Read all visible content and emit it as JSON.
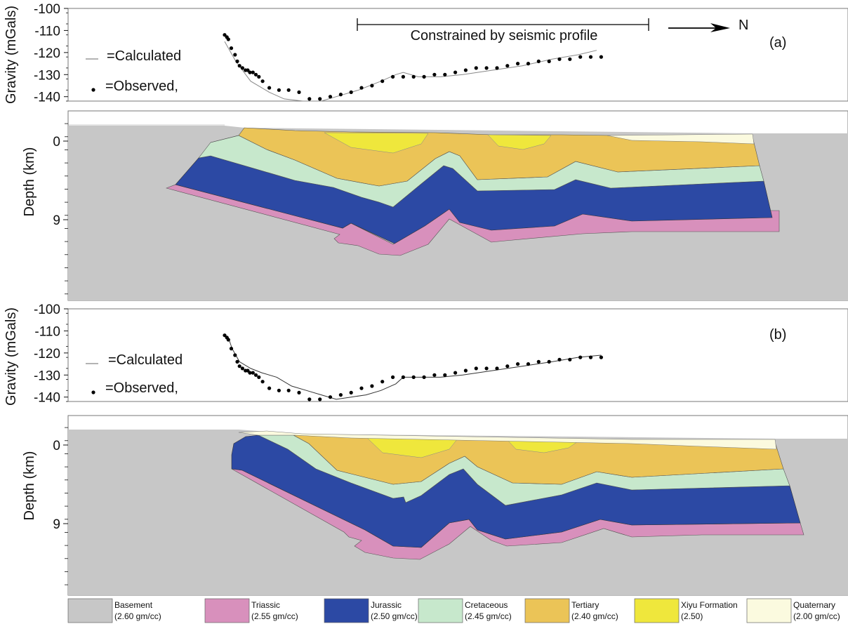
{
  "colors": {
    "basement": "#c7c7c7",
    "triassic": "#d890bc",
    "jurassic": "#2c49a4",
    "cretaceous": "#c7e8cc",
    "tertiary": "#ebc457",
    "xiyu": "#efe73c",
    "quaternary": "#fbfadf",
    "observed": "#000000",
    "calculated_a": "#888888",
    "calculated_b": "#333333"
  },
  "annotations": {
    "seismic_label": "Constrained by seismic profile",
    "north_label": "N"
  },
  "legend_key": [
    {
      "name": "Basement",
      "density": "(2.60 gm/cc)",
      "color": "#c7c7c7"
    },
    {
      "name": "Triassic",
      "density": "(2.55 gm/cc)",
      "color": "#d890bc"
    },
    {
      "name": "Jurassic",
      "density": "(2.50 gm/cc)",
      "color": "#2c49a4"
    },
    {
      "name": "Cretaceous",
      "density": "(2.45 gm/cc)",
      "color": "#c7e8cc"
    },
    {
      "name": "Tertiary",
      "density": "(2.40 gm/cc)",
      "color": "#ebc457"
    },
    {
      "name": "Xiyu Formation",
      "density": "(2.50)",
      "color": "#efe73c"
    },
    {
      "name": "Quaternary",
      "density": "(2.00 gm/cc)",
      "color": "#fbfadf"
    }
  ],
  "chart_data": [
    {
      "type": "scatter",
      "panel": "(a)",
      "ylabel": "Gravity (mGals)",
      "ylim": [
        -142,
        -100
      ],
      "y_ticks": [
        -100,
        -110,
        -120,
        -130,
        -140
      ],
      "legend": {
        "calculated": "=Calculated",
        "observed": "=Observed,"
      },
      "series": [
        {
          "name": "=Observed,",
          "x": [
            0.0,
            0.03,
            0.05,
            0.09,
            0.14,
            0.17,
            0.2,
            0.24,
            0.28,
            0.31,
            0.34,
            0.38,
            0.42,
            0.46,
            0.51,
            0.6,
            0.73,
            0.86,
            1.0,
            1.14,
            1.28,
            1.42,
            1.56,
            1.7,
            1.84,
            1.98,
            2.12,
            2.26,
            2.4,
            2.54,
            2.68,
            2.82,
            2.96,
            3.1,
            3.24,
            3.38,
            3.52,
            3.66,
            3.8,
            3.94,
            4.08,
            4.22,
            4.36,
            4.5,
            4.64,
            4.78,
            4.92,
            5.06
          ],
          "y": [
            -112,
            -113,
            -114,
            -118,
            -121,
            -124,
            -126,
            -127,
            -128,
            -128,
            -129,
            -129,
            -130,
            -131,
            -133,
            -136,
            -137,
            -137,
            -138,
            -141,
            -141,
            -140,
            -139,
            -138,
            -136,
            -135,
            -133,
            -131,
            -131,
            -131,
            -131,
            -130,
            -130,
            -129,
            -128,
            -127,
            -127,
            -127,
            -126,
            -125,
            -125,
            -124,
            -124,
            -123,
            -123,
            -122,
            -122,
            -122
          ]
        },
        {
          "name": "=Calculated",
          "x": [
            0.0,
            0.15,
            0.35,
            0.6,
            0.8,
            1.05,
            1.3,
            1.5,
            1.8,
            2.1,
            2.3,
            2.4,
            2.6,
            2.9,
            3.2,
            3.6,
            4.0,
            4.4,
            4.75,
            5.0
          ],
          "y": [
            -115,
            -124,
            -133,
            -138,
            -141,
            -142,
            -142,
            -140,
            -137,
            -133,
            -130,
            -129,
            -131,
            -131,
            -130,
            -128,
            -126,
            -123,
            -121,
            -119
          ]
        }
      ]
    },
    {
      "type": "scatter",
      "panel": "(b)",
      "ylabel": "Gravity (mGals)",
      "ylim": [
        -142,
        -100
      ],
      "y_ticks": [
        -100,
        -110,
        -120,
        -130,
        -140
      ],
      "legend": {
        "calculated": "=Calculated",
        "observed": "=Observed,"
      },
      "series": [
        {
          "name": "=Observed,",
          "x": [
            0.0,
            0.03,
            0.05,
            0.09,
            0.14,
            0.17,
            0.2,
            0.24,
            0.28,
            0.31,
            0.34,
            0.38,
            0.42,
            0.46,
            0.51,
            0.6,
            0.73,
            0.86,
            1.0,
            1.14,
            1.28,
            1.42,
            1.56,
            1.7,
            1.84,
            1.98,
            2.12,
            2.26,
            2.4,
            2.54,
            2.68,
            2.82,
            2.96,
            3.1,
            3.24,
            3.38,
            3.52,
            3.66,
            3.8,
            3.94,
            4.08,
            4.22,
            4.36,
            4.5,
            4.64,
            4.78,
            4.92,
            5.06
          ],
          "y": [
            -112,
            -113,
            -114,
            -118,
            -121,
            -124,
            -126,
            -127,
            -128,
            -128,
            -129,
            -129,
            -130,
            -131,
            -133,
            -136,
            -137,
            -137,
            -138,
            -141,
            -141,
            -140,
            -139,
            -138,
            -136,
            -135,
            -133,
            -131,
            -131,
            -131,
            -131,
            -130,
            -130,
            -129,
            -128,
            -127,
            -127,
            -127,
            -126,
            -125,
            -125,
            -124,
            -124,
            -123,
            -123,
            -122,
            -122,
            -122
          ]
        },
        {
          "name": "=Calculated",
          "x": [
            0.0,
            0.05,
            0.1,
            0.2,
            0.35,
            0.5,
            0.7,
            0.9,
            1.1,
            1.3,
            1.5,
            1.7,
            1.9,
            2.1,
            2.3,
            2.4,
            2.6,
            2.9,
            3.2,
            3.6,
            4.0,
            4.4,
            4.75,
            5.06
          ],
          "y": [
            -112,
            -113,
            -118,
            -124,
            -127,
            -129,
            -131,
            -135,
            -137,
            -139,
            -141,
            -140,
            -139,
            -137,
            -134,
            -131,
            -131,
            -131,
            -130,
            -128,
            -126,
            -124,
            -122,
            -121
          ]
        }
      ]
    },
    {
      "type": "area",
      "panel": "(a) model",
      "ylabel": "Depth (km)",
      "y_ticks": [
        0,
        9
      ]
    },
    {
      "type": "area",
      "panel": "(b) model",
      "ylabel": "Depth (km)",
      "y_ticks": [
        0,
        9
      ]
    }
  ]
}
